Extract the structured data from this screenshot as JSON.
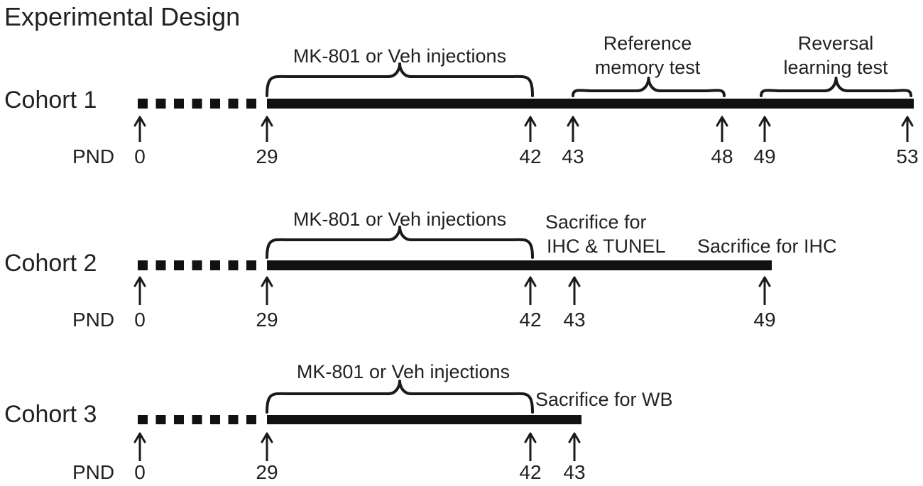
{
  "title": "Experimental Design",
  "tick_prefix": "PND",
  "cohorts": [
    {
      "name": "Cohort 1",
      "ticks": [
        "0",
        "29",
        "42",
        "43",
        "48",
        "49",
        "53"
      ],
      "brace_labels": [
        [
          "MK-801 or Veh injections"
        ],
        [
          "Reference",
          "memory test"
        ],
        [
          "Reversal",
          "learning test"
        ]
      ],
      "event_labels": []
    },
    {
      "name": "Cohort 2",
      "ticks": [
        "0",
        "29",
        "42",
        "43",
        "49"
      ],
      "brace_labels": [
        [
          "MK-801 or Veh injections"
        ]
      ],
      "event_labels": [
        [
          "Sacrifice for",
          "IHC & TUNEL"
        ],
        [
          "Sacrifice for IHC"
        ]
      ]
    },
    {
      "name": "Cohort 3",
      "ticks": [
        "0",
        "29",
        "42",
        "43"
      ],
      "brace_labels": [
        [
          "MK-801 or Veh injections"
        ]
      ],
      "event_labels": [
        [
          "Sacrifice for WB"
        ]
      ]
    }
  ]
}
